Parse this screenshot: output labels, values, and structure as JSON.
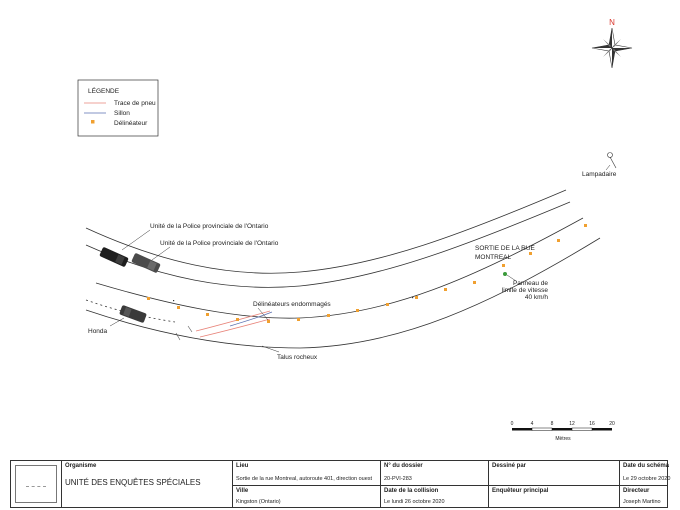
{
  "north_label": "N",
  "legend": {
    "title": "LÉGENDE",
    "items": [
      {
        "label": "Trace de pneu",
        "color": "#e8847a"
      },
      {
        "label": "Sillon",
        "color": "#5a6fb0"
      },
      {
        "label": "Délinéateur",
        "color": "#f0a030"
      }
    ]
  },
  "labels": {
    "opp_1": "Unité de la Police provinciale de l'Ontario",
    "opp_2": "Unité de la Police provinciale de l'Ontario",
    "honda": "Honda",
    "delineateurs": "Délinéateurs endommagés",
    "talus": "Talus rocheux",
    "sortie_1": "SORTIE DE LA RUE",
    "sortie_2": "MONTREAL",
    "panneau_1": "Panneau de",
    "panneau_2": "limite de vitesse",
    "panneau_3": "40 km/h",
    "lampadaire": "Lampadaire"
  },
  "scale": {
    "ticks": [
      "0",
      "4",
      "8",
      "12",
      "16",
      "20"
    ],
    "unit": "Mètres"
  },
  "title_block": {
    "organisme_label": "Organisme",
    "organisme_value": "UNITÉ DES ENQUÊTES SPÉCIALES",
    "lieu_label": "Lieu",
    "lieu_value": "Sortie de la rue Montreal, autoroute 401, direction ouest",
    "ville_label": "Ville",
    "ville_value": "Kingston  (Ontario)",
    "dossier_label": "N° du dossier",
    "dossier_value": "20-PVI-283",
    "collision_label": "Date de la collision",
    "collision_value": "Le lundi 26 octobre 2020",
    "dessine_label": "Dessiné par",
    "dessine_value": "",
    "enqueteur_label": "Enquêteur principal",
    "enqueteur_value": "",
    "schema_label": "Date du schéma",
    "schema_value": "Le 29 octobre 2020",
    "directeur_label": "Directeur",
    "directeur_value": "Joseph Martino"
  },
  "colors": {
    "road_line": "#333333",
    "tire_mark": "#e8847a",
    "furrow": "#5a6fb0",
    "delineator": "#f0a030",
    "sign": "#3a9a3a",
    "north": "#d9342b"
  }
}
